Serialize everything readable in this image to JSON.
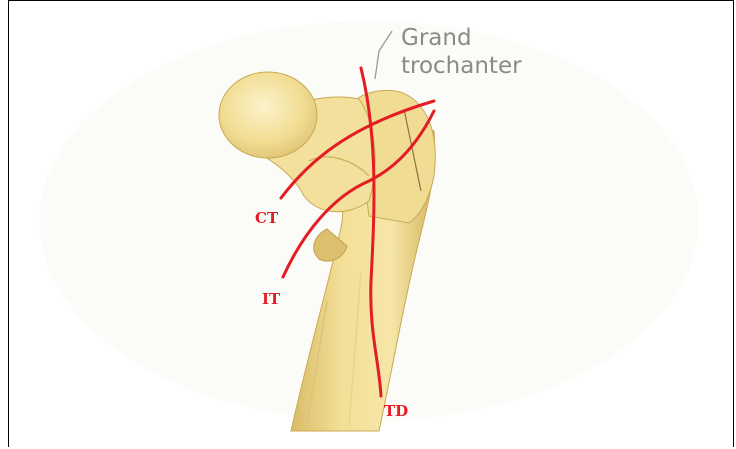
{
  "figure": {
    "callout_line1": "Grand",
    "callout_line2": "trochanter",
    "lines": [
      {
        "label": "CT",
        "color": "#e41c24"
      },
      {
        "label": "IT",
        "color": "#e41c24"
      },
      {
        "label": "TD",
        "color": "#e41c24"
      }
    ],
    "colors": {
      "bone": "#f0d98d",
      "bone_shadow": "#d7b763",
      "bone_highlight": "#fbf1c7",
      "fracture_line": "#e41c24",
      "callout_text": "#8a8a8a"
    }
  }
}
